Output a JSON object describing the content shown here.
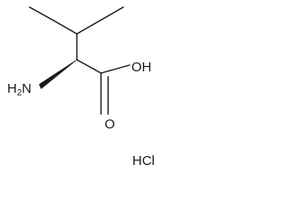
{
  "molecule": {
    "atom_labels": {
      "amine_h": "H",
      "amine_h_count": "2",
      "amine_n": "N",
      "carbonyl_o": "O",
      "hydroxyl": "OH",
      "salt": "HCl"
    },
    "stereo_bond": "wedge"
  },
  "colors": {
    "bond": "#1a1a1a",
    "background": "#ffffff"
  }
}
